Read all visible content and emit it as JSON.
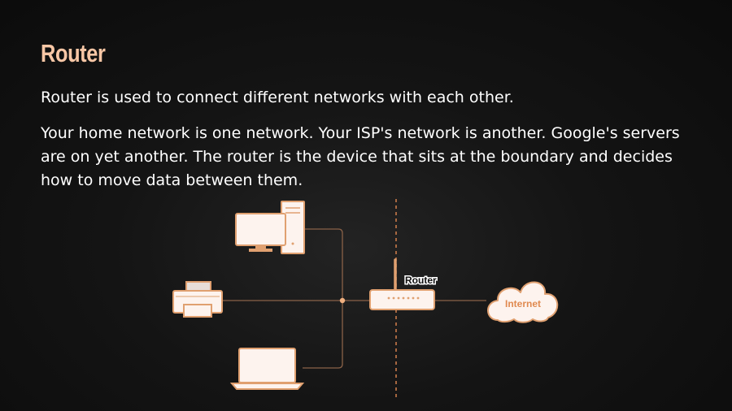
{
  "slide": {
    "title": "Router",
    "intro": "Router is used to connect different networks with each other.",
    "detail": "Your home network is one network. Your ISP's network is another. Google's servers are on yet another. The router is the device that sits at the boundary and decides how to move data between them."
  },
  "diagram": {
    "router_label": "Router",
    "cloud_label": "Internet",
    "colors": {
      "accent": "#e0a070",
      "fill": "#fdf3ee",
      "line": "#8a6248",
      "boundary": "#c97a4a"
    },
    "nodes": [
      "desktop-computer-icon",
      "printer-icon",
      "laptop-icon",
      "router-icon",
      "internet-cloud-icon"
    ]
  }
}
